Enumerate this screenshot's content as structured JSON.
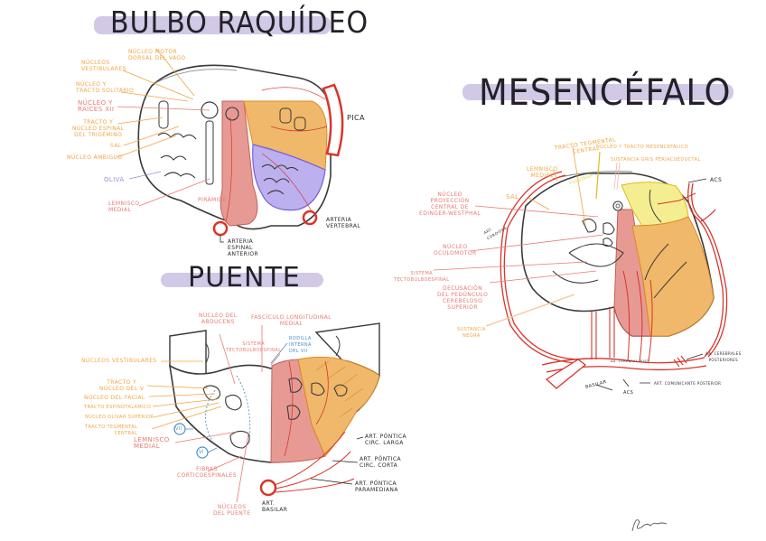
{
  "sections": {
    "bulbo": {
      "title": "BULBO RAQUÍDEO",
      "labels": {
        "nucleo_motor_dorsal_vago": "NÚCLEO MOTOR\nDORSAL DEL VAGO",
        "nucleos_vestibulares": "NÚCLEOS\nVESTIBULARES",
        "nucleo_tracto_solitario": "NÚCLEO Y\nTRACTO SOLITARIO",
        "nucleo_raices_xii": "NÚCLEO Y\nRAÍCES XII",
        "tracto_nucleo_espinal_trigemino": "TRACTO Y\nNÚCLEO ESPINAL\nDEL TRIGÉMINO",
        "sal": "SAL",
        "nucleo_ambiguo": "NÚCLEO AMBIGUO",
        "oliva": "OLIVA",
        "lemnisco_medial": "LEMNISCO\nMEDIAL",
        "piramide": "PIRÁMIDE",
        "pica": "PICA",
        "arteria_vertebral": "ARTERIA\nVERTEBRAL",
        "arteria_espinal_anterior": "ARTERIA\nESPINAL\nANTERIOR"
      }
    },
    "puente": {
      "title": "PUENTE",
      "labels": {
        "nucleo_abducens": "NÚCLEO DEL\nABDUCENS",
        "fasciculo_longitudinal_medial": "FASCÍCULO LONGITUDINAL\nMEDIAL",
        "sistema_tectobulboespinal": "SISTEMA\nTECTOBULBOESPINAL",
        "rodilla_interna_vii": "RODILLA\nINTERNA\nDEL VII",
        "nucleos_vestibulares": "NÚCLEOS VESTIBULARES",
        "tracto_nucleo_v": "TRACTO Y\nNÚCLEO DEL V",
        "nucleo_facial": "NÚCLEO DEL FACIAL",
        "tracto_espinotalamico": "TRACTO ESPINOTALÁMICO",
        "nucleo_olivar_superior": "NÚCLEO OLIVAR SUPERIOR",
        "tracto_tegmental_central": "TRACTO TEGMENTAL\nCENTRAL",
        "lemnisco_medial": "LEMNISCO\nMEDIAL",
        "fibras_corticoespinales": "FIBRAS\nCORTICOESPINALES",
        "nucleos_puente": "NÚCLEOS\nDEL PUENTE",
        "art_basilar": "ART.\nBASILAR",
        "art_circ_larga": "ART. PÓNTICA\nCIRC. LARGA",
        "art_circ_corta": "ART. PÓNTICA\nCIRC. CORTA",
        "art_paramediana": "ART. PÓNTICA\nPARAMEDIANA",
        "nerve_vii": "VII",
        "nerve_vi": "VI"
      }
    },
    "mesencefalo": {
      "title": "MESENCÉFALO",
      "labels": {
        "tracto_tegmental_central": "TRACTO TEGMENTAL\nCENTRAL",
        "nucleo_tracto_mesencefalico": "NÚCLEO Y TRACTO MESENCEFÁLICO",
        "sustancia_gris_periacueductal": "SUSTANCIA GRIS PERIACUEDUCTAL",
        "lemnisco_medial": "LEMNISCO\nMEDIAL",
        "sal": "SAL",
        "pulvinar": "PULVINAR",
        "acs_top": "ACS",
        "nucleo_edinger_westphal": "NÚCLEO\nPROYECCIÓN\nCENTRAL DE\nEDINGER-WESTPHAL",
        "art_coroidea": "ART.\nCOROIDEA",
        "nucleo_oculomotor": "NÚCLEO\nOCULOMOTOR",
        "sistema_tectobulboespinal": "SISTEMA\nTECTOBULBOESPINAL",
        "decusacion_pedunculo": "DECUSACIÓN\nDEL PEDÚNCULO\nCEREBELOSO\nSUPERIOR",
        "sustancia_negra": "SUSTANCIA\nNEGRA",
        "aa_cerebrales_posteriores": "AA. CEREBRALES\nPOSTERIORES",
        "aa_cerebral_post": "AA. CEREBRAL POST.",
        "basilar": "BASILAR",
        "acs_bottom": "ACS",
        "art_comunicante_posterior": "ART. COMUNICANTE POSTERIOR"
      }
    }
  },
  "colors": {
    "title_brush": "#c9c0e0",
    "red_region": "#e79a94",
    "orange_region": "#f0b86a",
    "purple_region": "#bdb0ef",
    "yellow_region": "#f5ee90",
    "artery": "#d9342b",
    "outline": "#3a3a3a"
  }
}
